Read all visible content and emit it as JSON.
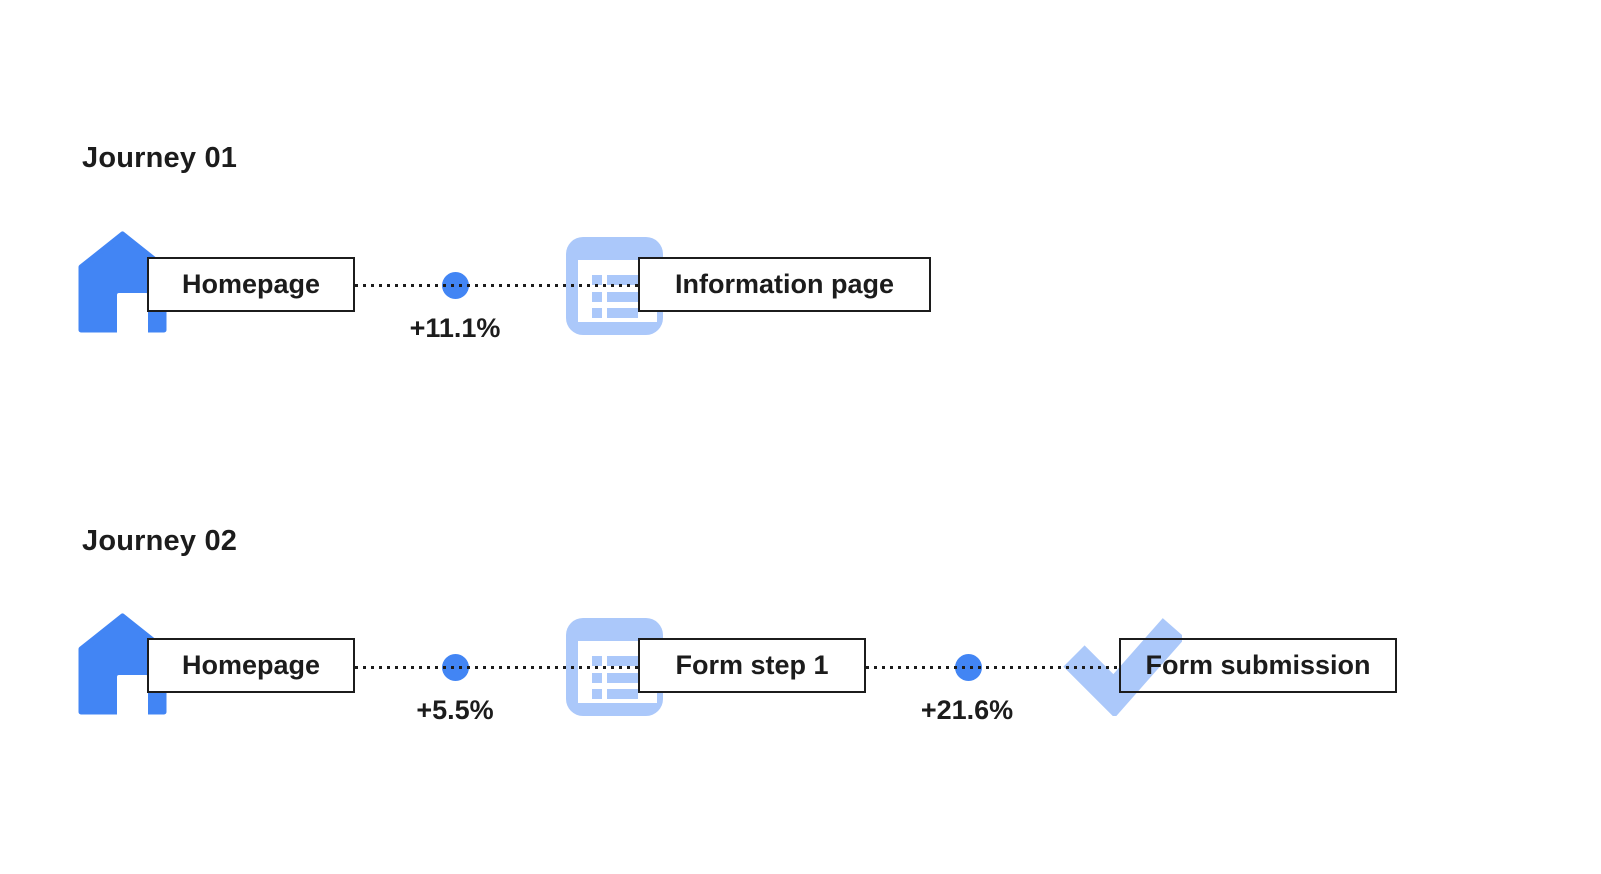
{
  "colors": {
    "accent_blue": "#4285F4",
    "light_blue": "#ABC8FA",
    "text": "#1C1C1C"
  },
  "journeys": [
    {
      "title": "Journey 01",
      "steps": [
        {
          "label": "Homepage",
          "icon": "home-icon"
        },
        {
          "label": "Information page",
          "icon": "information-page-icon"
        }
      ],
      "transitions": [
        {
          "delta": "+11.1%"
        }
      ]
    },
    {
      "title": "Journey 02",
      "steps": [
        {
          "label": "Homepage",
          "icon": "home-icon"
        },
        {
          "label": "Form step 1",
          "icon": "information-page-icon"
        },
        {
          "label": "Form submission",
          "icon": "checkmark-icon"
        }
      ],
      "transitions": [
        {
          "delta": "+5.5%"
        },
        {
          "delta": "+21.6%"
        }
      ]
    }
  ]
}
